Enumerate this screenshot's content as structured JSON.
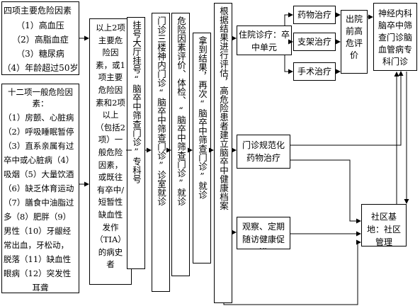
{
  "major_risk": {
    "title": "四项主要危险因素",
    "items": [
      "（1）高血压",
      "（2）高脂血症",
      "（3）糖尿病",
      "（4）年龄超过50岁"
    ]
  },
  "general_risk": {
    "title_lines": [
      "十二项一般危险因",
      "素："
    ],
    "lines": [
      "（1）房颤、心脏病",
      "（2）呼吸睡眠暂停",
      "（3）直系亲属有过",
      "卒中或心脏病（4）",
      "吸烟（5）大量饮酒",
      "（6）缺乏体育运动",
      "（7）膳食中油脂过",
      "多（8）肥胖（9）",
      "男性（10）牙龈经",
      "常出血，牙松动，",
      "脱落（11）缺血性",
      "眼病（12）突发性",
      "耳聋"
    ]
  },
  "criteria": {
    "lines": [
      "以上2项",
      "主要危",
      "险因",
      "素，或1",
      "项主要",
      "危险因",
      "素和2项",
      "以上",
      "（包括2",
      "项）一",
      "般危险",
      "因素，",
      "或既往",
      "有卒中/",
      "短暂性",
      "缺血性",
      "发作",
      "（TIA）",
      "的病史",
      "者"
    ]
  },
  "columns": {
    "registration": "挂号大厅挂号“脑卒中筛查门诊”专科号",
    "clinic_visit": "门诊三楼神内门诊“脑卒中筛查门诊”诊室就诊",
    "evaluation": "危险因素评价、体检、“脑卒中筛查门诊”就诊",
    "results": "拿到结果，再次“脑卒中筛查门诊”就诊",
    "assessment": "根据结果进行评估，高危险患者建立脑卒中健康档案"
  },
  "pathways": {
    "inpatient": "住院诊疗：卒中单元",
    "outpatient": "门诊规范化药物治疗",
    "observe": "观察、定期随访健康促进"
  },
  "treatments": {
    "drug": "药物治疗",
    "stent": "支架治疗",
    "surgery": "手术治疗"
  },
  "discharge": "出院前高危评价",
  "specialist_clinic": "神经内科脑卒中筛查门诊脑血管病专科门诊",
  "community": "社区基地：社区管理",
  "colors": {
    "stroke": "#000000",
    "background": "#ffffff"
  }
}
